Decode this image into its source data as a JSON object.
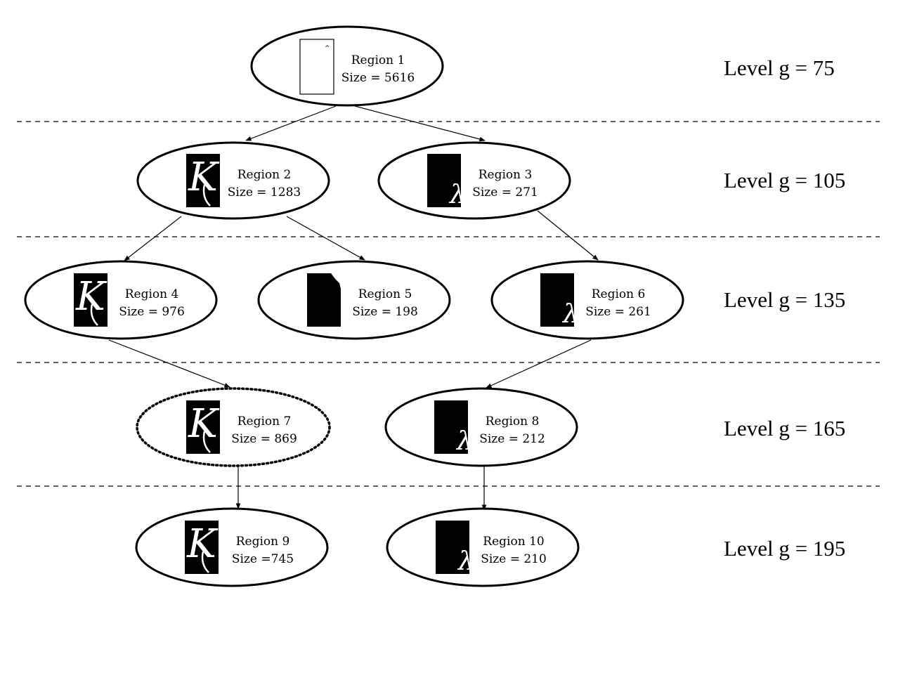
{
  "levels": [
    {
      "label": "Level g = 75"
    },
    {
      "label": "Level g = 105"
    },
    {
      "label": "Level g = 135"
    },
    {
      "label": "Level g = 165"
    },
    {
      "label": "Level g = 195"
    }
  ],
  "regions": [
    {
      "id": 1,
      "name": "Region 1",
      "size": "Size = 5616",
      "thumb": "blank",
      "border": "solid"
    },
    {
      "id": 2,
      "name": "Region 2",
      "size": "Size = 1283",
      "thumb": "K",
      "border": "solid"
    },
    {
      "id": 3,
      "name": "Region 3",
      "size": "Size = 271",
      "thumb": "lambda",
      "border": "solid"
    },
    {
      "id": 4,
      "name": "Region 4",
      "size": "Size = 976",
      "thumb": "K",
      "border": "solid"
    },
    {
      "id": 5,
      "name": "Region 5",
      "size": "Size = 198",
      "thumb": "black",
      "border": "solid"
    },
    {
      "id": 6,
      "name": "Region 6",
      "size": "Size = 261",
      "thumb": "lambda",
      "border": "solid"
    },
    {
      "id": 7,
      "name": "Region 7",
      "size": "Size = 869",
      "thumb": "K",
      "border": "dotted"
    },
    {
      "id": 8,
      "name": "Region 8",
      "size": "Size = 212",
      "thumb": "lambda",
      "border": "solid"
    },
    {
      "id": 9,
      "name": "Region 9",
      "size": "Size =745",
      "thumb": "K",
      "border": "solid"
    },
    {
      "id": 10,
      "name": "Region 10",
      "size": "Size = 210",
      "thumb": "lambda",
      "border": "solid"
    }
  ],
  "edges": [
    {
      "from": 1,
      "to": 2
    },
    {
      "from": 1,
      "to": 3
    },
    {
      "from": 2,
      "to": 4
    },
    {
      "from": 2,
      "to": 5
    },
    {
      "from": 3,
      "to": 6
    },
    {
      "from": 4,
      "to": 7
    },
    {
      "from": 6,
      "to": 8
    },
    {
      "from": 7,
      "to": 9
    },
    {
      "from": 8,
      "to": 10
    }
  ],
  "colors": {
    "stroke": "#000000",
    "background": "#ffffff",
    "thumb_fill": "#000000"
  }
}
